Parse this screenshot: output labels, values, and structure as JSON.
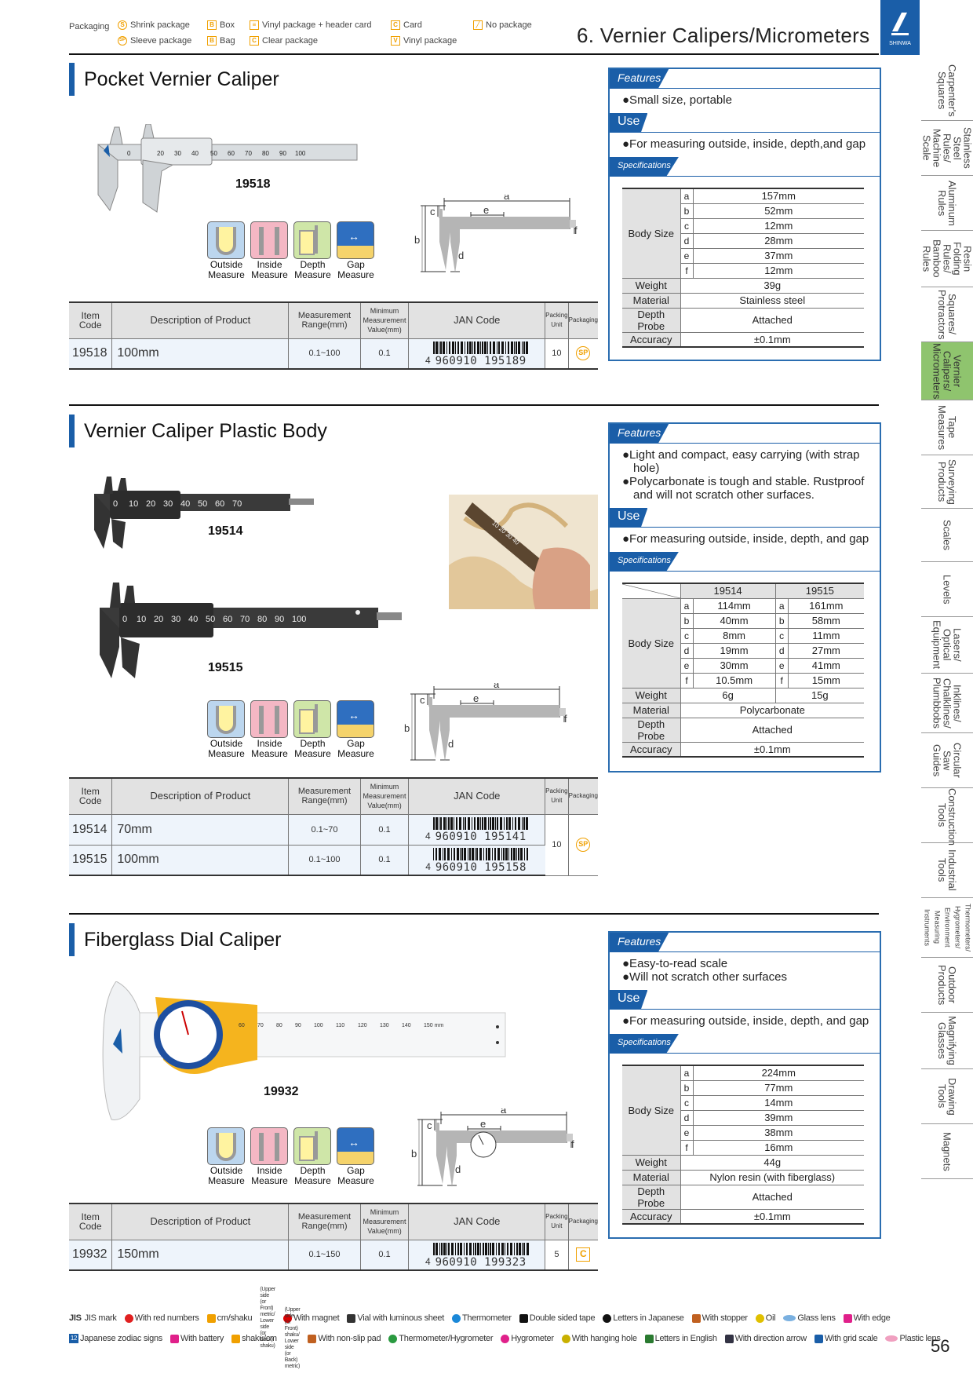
{
  "header": {
    "packaging_label": "Packaging",
    "packaging_items": [
      {
        "sym": "S",
        "label": "Shrink package",
        "shape": "circle"
      },
      {
        "sym": "B",
        "label": "Box",
        "shape": "square"
      },
      {
        "sym": "≡",
        "label": "Vinyl package + header card",
        "shape": "square"
      },
      {
        "sym": "C",
        "label": "Card",
        "shape": "square"
      },
      {
        "sym": "╱",
        "label": "No package",
        "shape": "square"
      },
      {
        "sym": "SP",
        "label": "Sleeve package",
        "shape": "circle"
      },
      {
        "sym": "B",
        "label": "Bag",
        "shape": "square"
      },
      {
        "sym": "C",
        "label": "Clear package",
        "shape": "square"
      },
      {
        "sym": "V",
        "label": "Vinyl package",
        "shape": "square"
      }
    ],
    "page_title": "6. Vernier Calipers/Micrometers",
    "brand": "SHINWA",
    "accent_color": "#1a5ea8",
    "package_color": "#f0a000"
  },
  "sidebar": {
    "active_color": "#8fc46e",
    "tabs": [
      {
        "label": "Carpenter's Squares",
        "active": false
      },
      {
        "label": "Stainless Steel Rules/ Machine Scale",
        "active": false
      },
      {
        "label": "Aluminum Rules",
        "active": false
      },
      {
        "label": "Resin Folding Rules/ Bamboo Rules",
        "active": false
      },
      {
        "label": "Squares/ Protractors",
        "active": false
      },
      {
        "label": "Vernier Calipers/ Micrometers",
        "active": true
      },
      {
        "label": "Tape Measures",
        "active": false
      },
      {
        "label": "Surveying Products",
        "active": false
      },
      {
        "label": "Scales",
        "active": false
      },
      {
        "label": "Levels",
        "active": false
      },
      {
        "label": "Lasers/ Optical Equipment",
        "active": false
      },
      {
        "label": "Inklines/ Chalklines/ Plumbbobs",
        "active": false
      },
      {
        "label": "Circular Saw Guides",
        "active": false
      },
      {
        "label": "Construction Tools",
        "active": false
      },
      {
        "label": "Industrial Tools",
        "active": false
      },
      {
        "label": "Thermometers/ Hygrometers/ Environment Measuring Instruments",
        "active": false
      },
      {
        "label": "Outdoor Products",
        "active": false
      },
      {
        "label": "Magnifying Glasses",
        "active": false
      },
      {
        "label": "Drawing Tools",
        "active": false
      },
      {
        "label": "Magnets",
        "active": false
      }
    ]
  },
  "measure_icons": [
    "Outside Measure",
    "Inside Measure",
    "Depth Measure",
    "Gap Measure"
  ],
  "diagram_labels": {
    "a": "a",
    "b": "b",
    "c": "c",
    "d": "d",
    "e": "e",
    "f": "f"
  },
  "box_labels": {
    "features": "Features",
    "use": "Use",
    "specifications": "Specifications"
  },
  "spec_labels": {
    "body_size": "Body Size",
    "weight": "Weight",
    "material": "Material",
    "depth_probe": "Depth Probe",
    "accuracy": "Accuracy"
  },
  "table_headers": {
    "item_code": "Item Code",
    "description": "Description of Product",
    "range": "Measurement Range(mm)",
    "min_value": "Minimum Measurement Value(mm)",
    "jan": "JAN Code",
    "unit": "Packing Unit",
    "packaging": "Packaging"
  },
  "products": [
    {
      "title": "Pocket Vernier Caliper",
      "image_codes": [
        "19518"
      ],
      "features": [
        "●Small size, portable"
      ],
      "use": "●For measuring outside, inside, depth,and gap",
      "spec": {
        "sizes": [
          [
            "a",
            "157mm"
          ],
          [
            "b",
            "52mm"
          ],
          [
            "c",
            "12mm"
          ],
          [
            "d",
            "28mm"
          ],
          [
            "e",
            "37mm"
          ],
          [
            "f",
            "12mm"
          ]
        ],
        "weight": "39g",
        "material": "Stainless steel",
        "depth_probe": "Attached",
        "accuracy": "±0.1mm"
      },
      "rows": [
        {
          "code": "19518",
          "desc": "100mm",
          "range": "0.1~100",
          "min": "0.1",
          "jan_lead": "4",
          "jan": "960910 195189",
          "unit": "10",
          "pkg": "SP"
        }
      ]
    },
    {
      "title": "Vernier Caliper Plastic Body",
      "image_codes": [
        "19514",
        "19515"
      ],
      "features": [
        "●Light and compact, easy carrying (with strap hole)",
        "●Polycarbonate is tough and stable. Rustproof and will not scratch other surfaces."
      ],
      "use": "●For measuring outside, inside, depth, and gap",
      "spec": {
        "models": [
          "19514",
          "19515"
        ],
        "sizes": [
          [
            "a",
            "114mm",
            "a",
            "161mm"
          ],
          [
            "b",
            "40mm",
            "b",
            "58mm"
          ],
          [
            "c",
            "8mm",
            "c",
            "11mm"
          ],
          [
            "d",
            "19mm",
            "d",
            "27mm"
          ],
          [
            "e",
            "30mm",
            "e",
            "41mm"
          ],
          [
            "f",
            "10.5mm",
            "f",
            "15mm"
          ]
        ],
        "weight": [
          "6g",
          "15g"
        ],
        "material": "Polycarbonate",
        "depth_probe": "Attached",
        "accuracy": "±0.1mm"
      },
      "rows": [
        {
          "code": "19514",
          "desc": "70mm",
          "range": "0.1~70",
          "min": "0.1",
          "jan_lead": "4",
          "jan": "960910 195141",
          "unit": "10",
          "pkg": "SP"
        },
        {
          "code": "19515",
          "desc": "100mm",
          "range": "0.1~100",
          "min": "0.1",
          "jan_lead": "4",
          "jan": "960910 195158",
          "unit": "",
          "pkg": ""
        }
      ]
    },
    {
      "title": "Fiberglass Dial Caliper",
      "image_codes": [
        "19932"
      ],
      "features": [
        "●Easy-to-read scale",
        "●Will not scratch other surfaces"
      ],
      "use": "●For measuring outside, inside, depth, and gap",
      "spec": {
        "sizes": [
          [
            "a",
            "224mm"
          ],
          [
            "b",
            "77mm"
          ],
          [
            "c",
            "14mm"
          ],
          [
            "d",
            "39mm"
          ],
          [
            "e",
            "38mm"
          ],
          [
            "f",
            "16mm"
          ]
        ],
        "weight": "44g",
        "material": "Nylon resin (with fiberglass)",
        "depth_probe": "Attached",
        "accuracy": "±0.1mm"
      },
      "rows": [
        {
          "code": "19932",
          "desc": "150mm",
          "range": "0.1~150",
          "min": "0.1",
          "jan_lead": "4",
          "jan": "960910 199323",
          "unit": "5",
          "pkg": "C"
        }
      ]
    }
  ],
  "footer_legend": {
    "row1": [
      "JIS mark",
      "With red numbers",
      "cm/shaku",
      "(Upper side (or Front) metric/ Lower side (or Back) shaku)",
      "With magnet",
      "Vial with luminous sheet",
      "Thermometer",
      "Double sided tape",
      "Letters in Japanese",
      "With stopper",
      "Oil",
      "Glass lens",
      "With edge"
    ],
    "row2": [
      "Japanese zodiac signs",
      "With battery",
      "shaku/cm",
      "(Upper side (or Front) shaku/ Lower side (or Back) metric)",
      "With non-slip pad",
      "Thermometer/Hygrometer",
      "Hygrometer",
      "With hanging hole",
      "Letters in English",
      "With direction arrow",
      "With grid scale",
      "Plastic lens"
    ],
    "jis": "JIS",
    "zodiac_num": "12"
  },
  "page_number": "56"
}
